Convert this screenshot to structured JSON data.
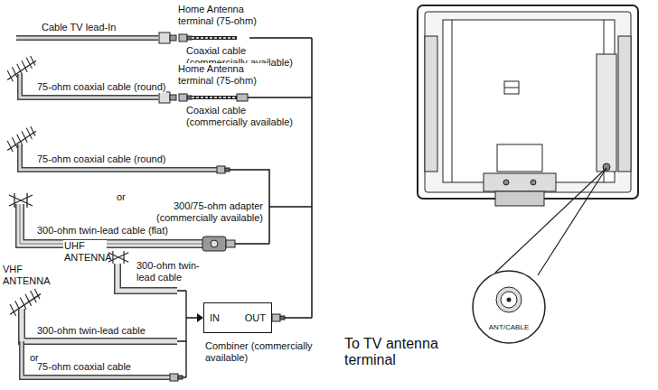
{
  "diagram": {
    "nodes": [
      {
        "text": [
          "IN",
          "OUT"
        ]
      },
      {
        "text": [
          "ANT/CABLE"
        ]
      }
    ],
    "labels": [
      "Cable TV lead-In",
      "Home Antenna terminal (75-ohm)",
      "Coaxial cable (commercially available)",
      "75-ohm coaxial cable (round)",
      "Home Antenna terminal (75-ohm)",
      "Coaxial cable (commercially available)",
      "75-ohm coaxial cable (round)",
      "or",
      "300/75-ohm adapter (commercially available)",
      "300-ohm twin-lead cable (flat)",
      "UHF ANTENNA",
      "300-ohm twin-lead cable",
      "VHF ANTENNA",
      "Combiner (commercially available)",
      "300-ohm twin-lead cable",
      "or",
      "75-ohm coaxial cable",
      "To TV antenna terminal"
    ]
  }
}
